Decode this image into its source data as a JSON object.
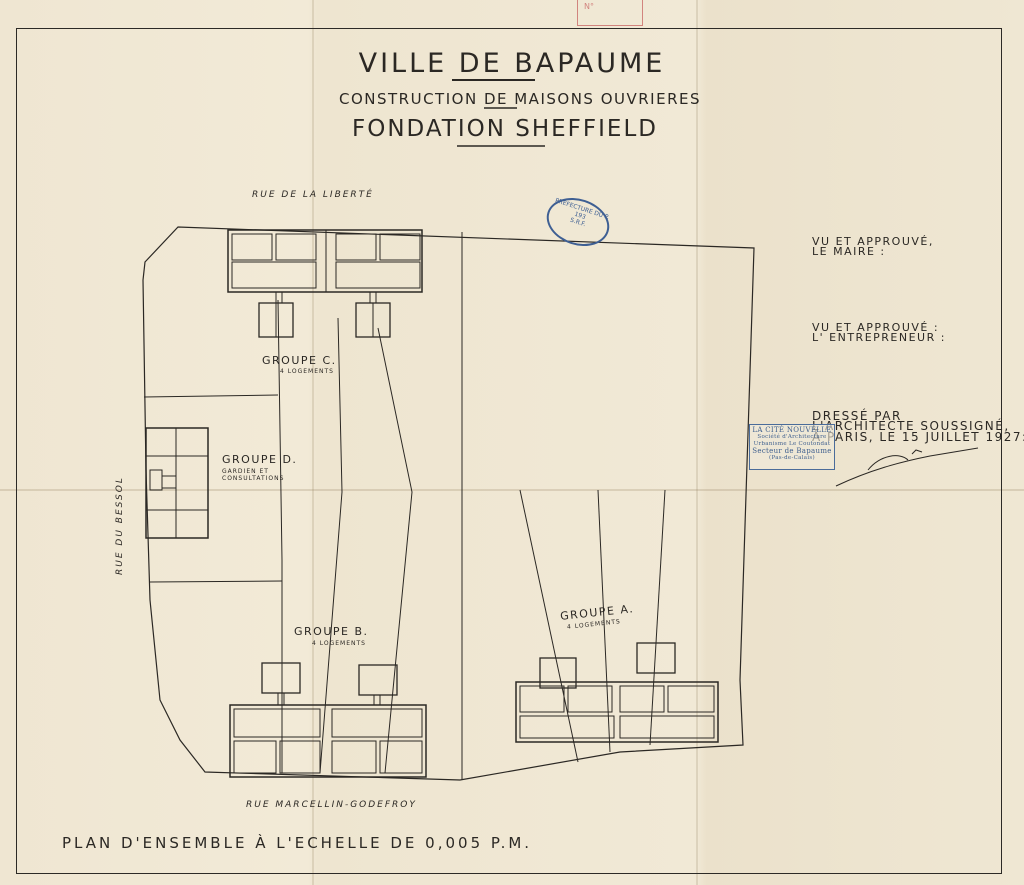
{
  "title": {
    "line1": "VILLE DE BAPAUME",
    "line2": "CONSTRUCTION DE MAISONS OUVRIERES",
    "line3": "FONDATION SHEFFIELD"
  },
  "streets": {
    "top": "RUE DE LA LIBERTÉ",
    "left": "RUE DU BESSOL",
    "bottom": "RUE MARCELLIN-GODEFROY"
  },
  "groups": {
    "c": {
      "label": "GROUPE C.",
      "sub": "4 LOGEMENTS"
    },
    "d": {
      "label": "GROUPE D.",
      "sub1": "GARDIEN ET",
      "sub2": "CONSULTATIONS"
    },
    "b": {
      "label": "GROUPE B.",
      "sub": "4 LOGEMENTS"
    },
    "a": {
      "label": "GROUPE A.",
      "sub": "4 LOGEMENTS"
    }
  },
  "approvals": {
    "maire_1": "VU ET APPROUVÉ,",
    "maire_2": "LE MAIRE :",
    "entrepreneur_1": "VU ET APPROUVÉ :",
    "entrepreneur_2": "L' ENTREPRENEUR :",
    "dresse_1": "DRESSÉ PAR",
    "dresse_2": "L'ARCHITECTE SOUSSIGNÉ,",
    "dresse_3": "À PARIS, LE 15 JUILLET 1927:"
  },
  "stamp_rect": {
    "line1": "LA CITÉ NOUVELLE",
    "line2": "Société d'Architecture",
    "line3": "Urbanisme Le Coutondat",
    "line4": "Secteur de Bapaume",
    "line5": "(Pas-de-Calais)"
  },
  "stamp_oval": {
    "line1": "PRÉFECTURE DU P.",
    "line2": "193",
    "line3": "S.R.F."
  },
  "stamp_top": {
    "line1": "N°"
  },
  "footer": "PLAN D'ENSEMBLE À L'ECHELLE DE 0,005 P.M.",
  "colors": {
    "paper": "#efe6d2",
    "ink": "#2b2824",
    "stamp_blue": "#3e5f93",
    "stamp_red": "#c55a5a"
  }
}
